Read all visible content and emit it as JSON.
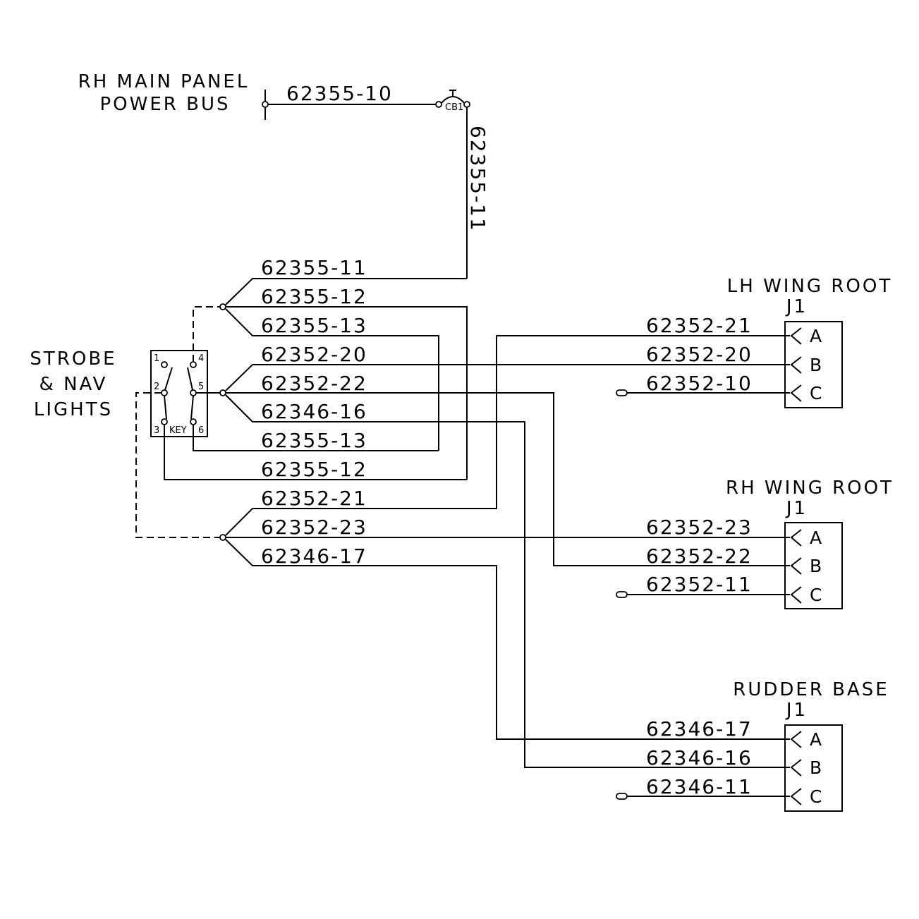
{
  "source": {
    "title_line1": "RH  MAIN  PANEL",
    "title_line2": "POWER  BUS",
    "wire": "62355-10"
  },
  "breaker": {
    "label": "CB1",
    "vertical_wire": "62355-11"
  },
  "switch": {
    "title_lines": [
      "STROBE",
      "& NAV",
      "LIGHTS"
    ],
    "pins": [
      "1",
      "2",
      "3",
      "4",
      "5",
      "6"
    ],
    "key_label": "KEY"
  },
  "harness_wires": [
    "62355-11",
    "62355-12",
    "62355-13",
    "62352-20",
    "62352-22",
    "62346-16",
    "62355-13",
    "62355-12",
    "62352-21",
    "62352-23",
    "62346-17"
  ],
  "connectors": [
    {
      "name_line1": "LH  WING  ROOT",
      "name_line2": "J1",
      "pins": [
        {
          "pin": "A",
          "wire": "62352-21"
        },
        {
          "pin": "B",
          "wire": "62352-20"
        },
        {
          "pin": "C",
          "wire": "62352-10"
        }
      ]
    },
    {
      "name_line1": "RH  WING  ROOT",
      "name_line2": "J1",
      "pins": [
        {
          "pin": "A",
          "wire": "62352-23"
        },
        {
          "pin": "B",
          "wire": "62352-22"
        },
        {
          "pin": "C",
          "wire": "62352-11"
        }
      ]
    },
    {
      "name_line1": "RUDDER  BASE",
      "name_line2": "J1",
      "pins": [
        {
          "pin": "A",
          "wire": "62346-17"
        },
        {
          "pin": "B",
          "wire": "62346-16"
        },
        {
          "pin": "C",
          "wire": "62346-11"
        }
      ]
    }
  ]
}
